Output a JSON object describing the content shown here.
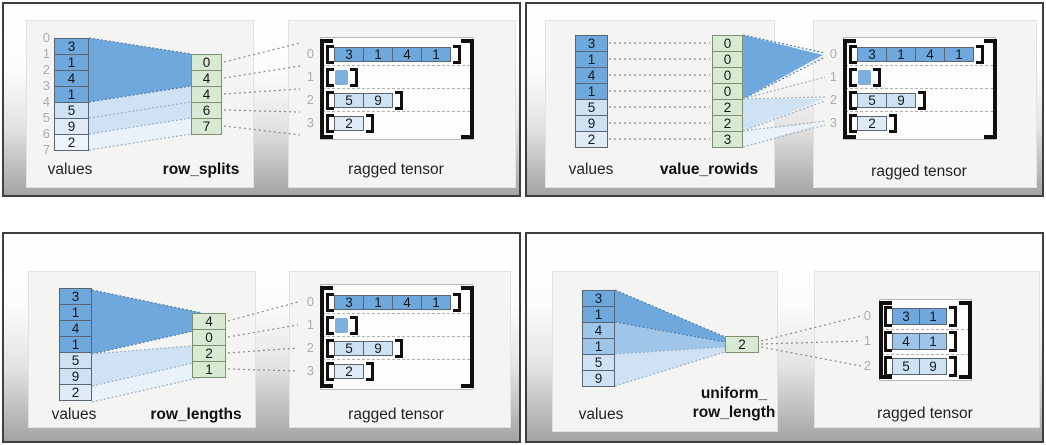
{
  "colors": {
    "shades": {
      "d": "#6fa8dc",
      "m": "#9fc5e8",
      "l": "#cfe2f3",
      "xl": "#dfecf8",
      "xxl": "#edf4fb",
      "sq": "#7db0dd"
    },
    "green": "#d9ead3",
    "accent_blue": "#6fa8dc"
  },
  "panels": [
    {
      "name": "row_splits",
      "values_label": "values",
      "param_label": "row_splits",
      "tensor_label": "ragged tensor",
      "value_indices": [
        "0",
        "1",
        "2",
        "3",
        "4",
        "5",
        "6",
        "7"
      ],
      "values": [
        {
          "t": "3",
          "s": "d"
        },
        {
          "t": "1",
          "s": "d"
        },
        {
          "t": "4",
          "s": "d"
        },
        {
          "t": "1",
          "s": "d"
        },
        {
          "t": "5",
          "s": "l"
        },
        {
          "t": "9",
          "s": "xl"
        },
        {
          "t": "2",
          "s": "xxl"
        }
      ],
      "param": [
        "0",
        "4",
        "4",
        "6",
        "7"
      ],
      "tensor_rows": [
        {
          "index": "0",
          "cells": [
            {
              "t": "3",
              "s": "d"
            },
            {
              "t": "1",
              "s": "d"
            },
            {
              "t": "4",
              "s": "d"
            },
            {
              "t": "1",
              "s": "d"
            }
          ]
        },
        {
          "index": "1",
          "cells": []
        },
        {
          "index": "2",
          "cells": [
            {
              "t": "5",
              "s": "l"
            },
            {
              "t": "9",
              "s": "l"
            }
          ]
        },
        {
          "index": "3",
          "cells": [
            {
              "t": "2",
              "s": "xl"
            }
          ]
        }
      ]
    },
    {
      "name": "value_rowids",
      "values_label": "values",
      "param_label": "value_rowids",
      "tensor_label": "ragged tensor",
      "values": [
        {
          "t": "3",
          "s": "d"
        },
        {
          "t": "1",
          "s": "d"
        },
        {
          "t": "4",
          "s": "d"
        },
        {
          "t": "1",
          "s": "d"
        },
        {
          "t": "5",
          "s": "l"
        },
        {
          "t": "9",
          "s": "l"
        },
        {
          "t": "2",
          "s": "xl"
        }
      ],
      "param": [
        "0",
        "0",
        "0",
        "0",
        "2",
        "2",
        "3"
      ],
      "tensor_rows": [
        {
          "index": "0",
          "cells": [
            {
              "t": "3",
              "s": "d"
            },
            {
              "t": "1",
              "s": "d"
            },
            {
              "t": "4",
              "s": "d"
            },
            {
              "t": "1",
              "s": "d"
            }
          ]
        },
        {
          "index": "1",
          "cells": []
        },
        {
          "index": "2",
          "cells": [
            {
              "t": "5",
              "s": "l"
            },
            {
              "t": "9",
              "s": "l"
            }
          ]
        },
        {
          "index": "3",
          "cells": [
            {
              "t": "2",
              "s": "xl"
            }
          ]
        }
      ]
    },
    {
      "name": "row_lengths",
      "values_label": "values",
      "param_label": "row_lengths",
      "tensor_label": "ragged tensor",
      "values": [
        {
          "t": "3",
          "s": "d"
        },
        {
          "t": "1",
          "s": "d"
        },
        {
          "t": "4",
          "s": "d"
        },
        {
          "t": "1",
          "s": "d"
        },
        {
          "t": "5",
          "s": "l"
        },
        {
          "t": "9",
          "s": "l"
        },
        {
          "t": "2",
          "s": "xl"
        }
      ],
      "param": [
        "4",
        "0",
        "2",
        "1"
      ],
      "tensor_rows": [
        {
          "index": "0",
          "cells": [
            {
              "t": "3",
              "s": "d"
            },
            {
              "t": "1",
              "s": "d"
            },
            {
              "t": "4",
              "s": "d"
            },
            {
              "t": "1",
              "s": "d"
            }
          ]
        },
        {
          "index": "1",
          "cells": []
        },
        {
          "index": "2",
          "cells": [
            {
              "t": "5",
              "s": "l"
            },
            {
              "t": "9",
              "s": "l"
            }
          ]
        },
        {
          "index": "3",
          "cells": [
            {
              "t": "2",
              "s": "xl"
            }
          ]
        }
      ]
    },
    {
      "name": "uniform_row_length",
      "values_label": "values",
      "param_label": "uniform_\nrow_length",
      "tensor_label": "ragged tensor",
      "values": [
        {
          "t": "3",
          "s": "d"
        },
        {
          "t": "1",
          "s": "d"
        },
        {
          "t": "4",
          "s": "m"
        },
        {
          "t": "1",
          "s": "m"
        },
        {
          "t": "5",
          "s": "l"
        },
        {
          "t": "9",
          "s": "l"
        }
      ],
      "param": [
        "2"
      ],
      "tensor_rows": [
        {
          "index": "0",
          "cells": [
            {
              "t": "3",
              "s": "d"
            },
            {
              "t": "1",
              "s": "d"
            }
          ]
        },
        {
          "index": "1",
          "cells": [
            {
              "t": "4",
              "s": "m"
            },
            {
              "t": "1",
              "s": "m"
            }
          ]
        },
        {
          "index": "2",
          "cells": [
            {
              "t": "5",
              "s": "l"
            },
            {
              "t": "9",
              "s": "l"
            }
          ]
        }
      ]
    }
  ]
}
